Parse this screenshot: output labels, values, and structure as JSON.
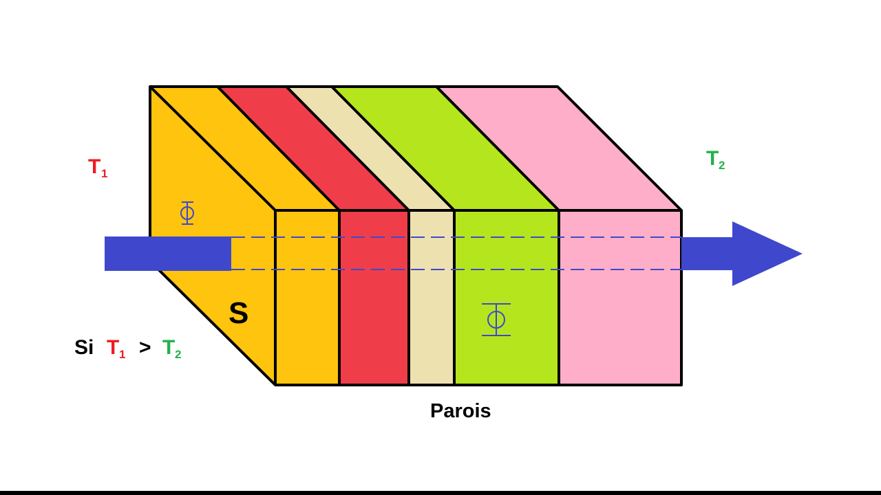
{
  "labels": {
    "t1_base": "T",
    "t1_sub": "1",
    "t2_base": "T",
    "t2_sub": "2",
    "surface": "S",
    "flux_symbol": "Φ",
    "walls": "Parois",
    "condition_si": "Si",
    "condition_t1_base": "T",
    "condition_t1_sub": "1",
    "condition_op": ">",
    "condition_t2_base": "T",
    "condition_t2_sub": "2"
  },
  "layers": [
    {
      "name": "layer-1",
      "color": "#fec40e"
    },
    {
      "name": "layer-2",
      "color": "#ef3e4a"
    },
    {
      "name": "layer-3",
      "color": "#eee1b0"
    },
    {
      "name": "layer-4",
      "color": "#b5e51d"
    },
    {
      "name": "layer-5",
      "color": "#feaec9"
    }
  ],
  "colors": {
    "t1": "#ed1c24",
    "t2": "#22b14c",
    "flux_arrow": "#3f48cc",
    "outline": "#000000",
    "bottom_bar": "#000000"
  }
}
